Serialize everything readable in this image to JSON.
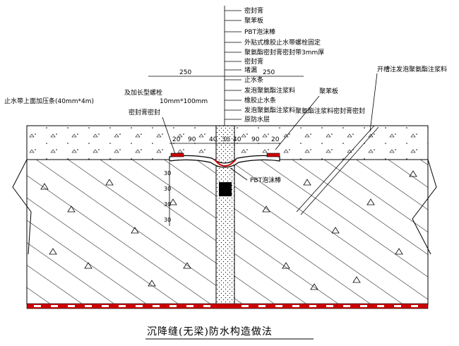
{
  "title": "沉降缝(无梁)防水构造做法",
  "top_labels": [
    "密封膏",
    "聚苯板",
    "PBT泡沫棒",
    "外贴式橡胶止水带螺栓固定",
    "聚氨酯密封膏密封带3mm厚",
    "密封膏",
    "堵漏",
    "止水条",
    "发泡聚氨酯注浆料",
    "橡胶止水条",
    "发泡聚氨酯注浆料",
    "原防水层"
  ],
  "left_labels": {
    "pressure_strip": "止水带上面加压条(40mm*4m)",
    "bolt": "及加长型螺栓",
    "bolt_size": "10mm*100mm",
    "sealant": "密封膏密封"
  },
  "right_labels": {
    "grout_slot": "开槽注发泡聚氨酯注浆料",
    "eps_board": "聚苯板",
    "sealant_seal": "聚氨酯注浆料密封膏密封"
  },
  "bottom_label": "PBT泡沫棒",
  "dimensions": {
    "left_span": "250",
    "right_span": "250",
    "left_offsets": [
      "20",
      "90",
      "40"
    ],
    "center": "30",
    "right_offsets": [
      "40",
      "90",
      "20"
    ],
    "vertical": [
      "30",
      "30",
      "30",
      "30"
    ]
  },
  "colors": {
    "line": "#000000",
    "seal_red": "#cc0000",
    "stripe_white": "#ffffff"
  }
}
